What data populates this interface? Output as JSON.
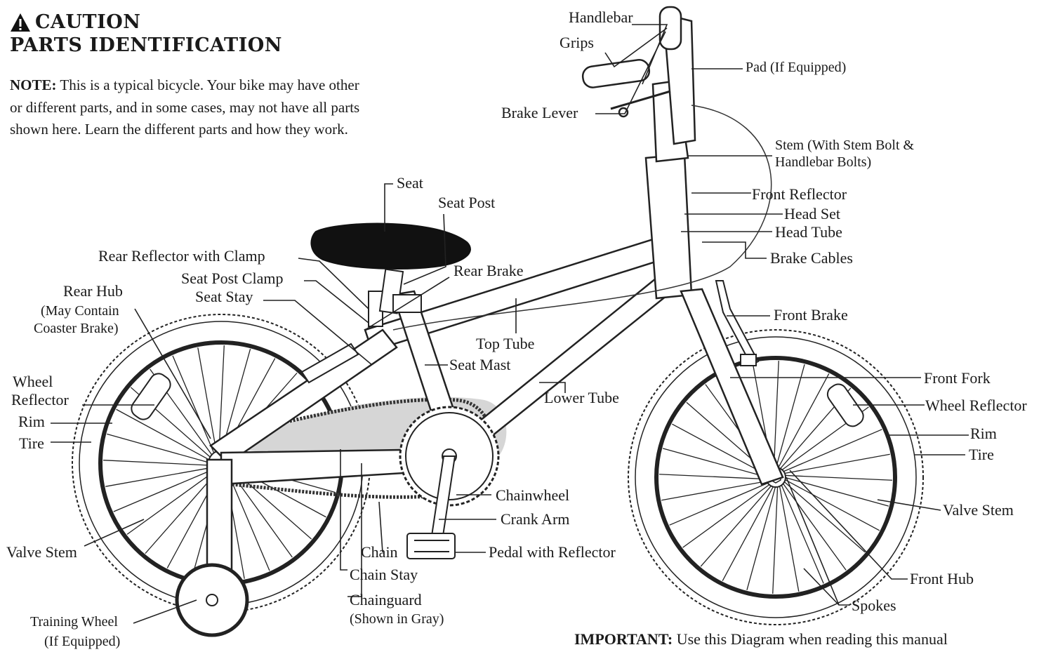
{
  "header": {
    "caution": "CAUTION",
    "title": "PARTS IDENTIFICATION"
  },
  "note": {
    "label": "NOTE:",
    "text": "This is a typical bicycle. Your bike may have other or different parts, and in some cases, may not have all parts shown here. Learn the different parts and how they work."
  },
  "labels": {
    "handlebar": "Handlebar",
    "grips": "Grips",
    "pad": "Pad (If Equipped)",
    "brake_lever": "Brake Lever",
    "stem_1": "Stem (With Stem Bolt &",
    "stem_2": "Handlebar Bolts)",
    "front_reflector": "Front Reflector",
    "head_set": "Head Set",
    "head_tube": "Head Tube",
    "brake_cables": "Brake Cables",
    "front_brake": "Front Brake",
    "front_fork": "Front Fork",
    "wheel_reflector_front": "Wheel Reflector",
    "rim_front": "Rim",
    "tire_front": "Tire",
    "valve_stem_front": "Valve Stem",
    "front_hub": "Front Hub",
    "spokes": "Spokes",
    "seat": "Seat",
    "seat_post": "Seat Post",
    "rear_reflector": "Rear Reflector with Clamp",
    "rear_brake": "Rear Brake",
    "seat_post_clamp": "Seat Post Clamp",
    "seat_stay": "Seat Stay",
    "rear_hub_1": "Rear Hub",
    "rear_hub_2": "(May Contain",
    "rear_hub_3": "Coaster Brake)",
    "top_tube": "Top Tube",
    "seat_mast": "Seat Mast",
    "lower_tube": "Lower Tube",
    "wheel_reflector_rear_1": "Wheel",
    "wheel_reflector_rear_2": "Reflector",
    "rim_rear": "Rim",
    "tire_rear": "Tire",
    "chainwheel": "Chainwheel",
    "crank_arm": "Crank Arm",
    "pedal": "Pedal with Reflector",
    "chain": "Chain",
    "chain_stay": "Chain Stay",
    "chainguard_1": "Chainguard",
    "chainguard_2": "(Shown in Gray)",
    "valve_stem_rear": "Valve Stem",
    "training_wheel_1": "Training Wheel",
    "training_wheel_2": "(If Equipped)"
  },
  "important": {
    "label": "IMPORTANT:",
    "text": "Use this Diagram when reading this manual"
  },
  "colors": {
    "line": "#222222",
    "chainguard": "#cfcfcf",
    "seat": "#111111"
  }
}
